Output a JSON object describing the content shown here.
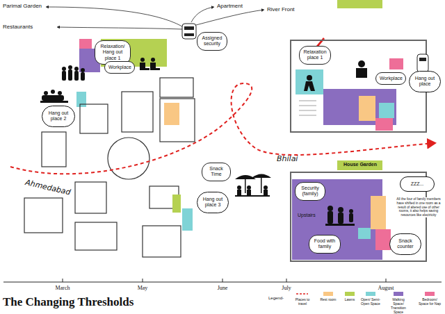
{
  "diagram": {
    "title": "The Changing Thresholds",
    "nodes": [
      {
        "text": [
          "Relaxation/ Hang out place 1"
        ]
      },
      {
        "text": [
          "Assigned security"
        ]
      },
      {
        "text": [
          "Workplace"
        ]
      },
      {
        "text": [
          "Hang out place 2"
        ]
      },
      {
        "text": [
          "Snack Time"
        ]
      },
      {
        "text": [
          "Hang out place 3"
        ]
      },
      {
        "text": [
          "Relaxation place 1"
        ]
      },
      {
        "text": [
          "Workplace"
        ]
      },
      {
        "text": [
          "Hang out place"
        ]
      },
      {
        "text": [
          "Security (family)"
        ]
      },
      {
        "text": [
          "ZZZ..."
        ]
      },
      {
        "text": [
          "Food with family"
        ]
      },
      {
        "text": [
          "Snack counter"
        ]
      }
    ],
    "labels": [
      "Parimal Garden",
      "Restaurants",
      "Apartment",
      "River Front",
      "Ahmedabad",
      "Bhilai",
      "House Garden",
      "Upstairs",
      "All the four of family members have shifted in one room as a result of altered use of other rooms, it also helps saving resources like electricity",
      "March",
      "May",
      "June",
      "July",
      "August",
      "Legend-"
    ],
    "legend": [
      {
        "text": "Places to travel"
      },
      {
        "text": "Rest room",
        "color": "#f9c784"
      },
      {
        "text": "Lawns",
        "color": "#b5d152"
      },
      {
        "text": "Open/ Semi-Open Space",
        "color": "#7fd3d6"
      },
      {
        "text": "Walking Space/ Transition Space",
        "color": "#8a6dbf"
      },
      {
        "text": "Bedroom/ Space for Nap",
        "color": "#ee6e98"
      }
    ]
  }
}
